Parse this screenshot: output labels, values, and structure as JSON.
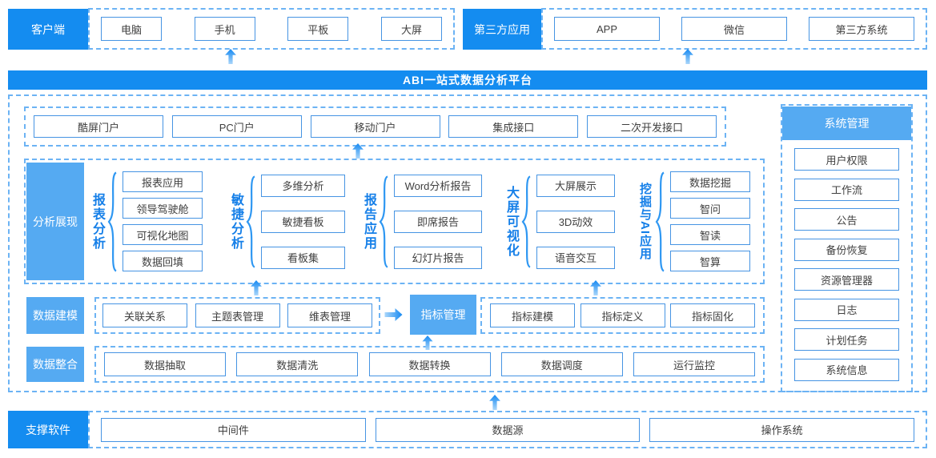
{
  "colors": {
    "brand_blue": "#148CF0",
    "light_blue": "#55AAF2",
    "node_border_blue": "#4694E3",
    "dashed_border_blue": "#6CB3F4",
    "group_label_blue": "#157FE8",
    "node_text": "#404040"
  },
  "top": {
    "client": {
      "label": "客户端",
      "items": [
        "电脑",
        "手机",
        "平板",
        "大屏"
      ]
    },
    "third_party": {
      "label": "第三方应用",
      "items": [
        "APP",
        "微信",
        "第三方系统"
      ]
    }
  },
  "banner": {
    "title": "ABI一站式数据分析平台"
  },
  "portal": {
    "items": [
      "酷屏门户",
      "PC门户",
      "移动门户",
      "集成接口",
      "二次开发接口"
    ]
  },
  "analysis": {
    "label": "分析展现",
    "groups": [
      {
        "name": "报表分析",
        "items": [
          "报表应用",
          "领导驾驶舱",
          "可视化地图",
          "数据回填"
        ]
      },
      {
        "name": "敏捷分析",
        "items": [
          "多维分析",
          "敏捷看板",
          "看板集"
        ]
      },
      {
        "name": "报告应用",
        "items": [
          "Word分析报告",
          "即席报告",
          "幻灯片报告"
        ]
      },
      {
        "name": "大屏可视化",
        "items": [
          "大屏展示",
          "3D动效",
          "语音交互"
        ]
      },
      {
        "name": "挖掘与AI应用",
        "items": [
          "数据挖掘",
          "智问",
          "智读",
          "智算"
        ]
      }
    ]
  },
  "modeling": {
    "label": "数据建模",
    "items": [
      "关联关系",
      "主题表管理",
      "维表管理"
    ],
    "highlight": "指标管理",
    "metric_items": [
      "指标建模",
      "指标定义",
      "指标固化"
    ]
  },
  "integration": {
    "label": "数据整合",
    "items": [
      "数据抽取",
      "数据清洗",
      "数据转换",
      "数据调度",
      "运行监控"
    ]
  },
  "system": {
    "label": "系统管理",
    "items": [
      "用户权限",
      "工作流",
      "公告",
      "备份恢复",
      "资源管理器",
      "日志",
      "计划任务",
      "系统信息"
    ]
  },
  "support": {
    "label": "支撑软件",
    "items": [
      "中间件",
      "数据源",
      "操作系统"
    ]
  }
}
